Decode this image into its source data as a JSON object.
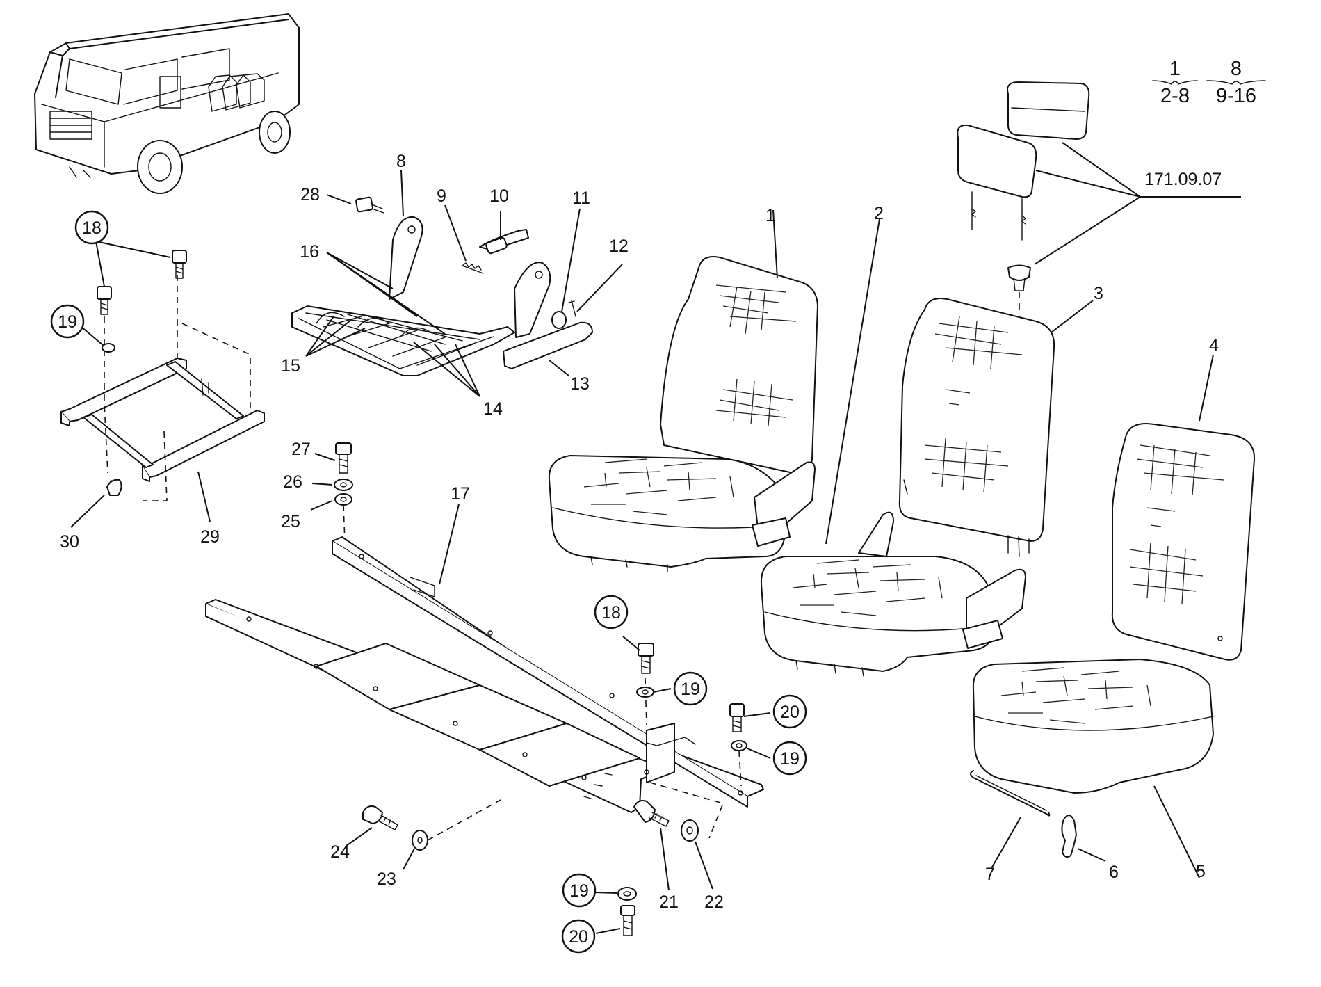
{
  "callouts": {
    "n1": "1",
    "n2": "2",
    "n3": "3",
    "n4": "4",
    "n5": "5",
    "n6": "6",
    "n7": "7",
    "n8": "8",
    "n9": "9",
    "n10": "10",
    "n11": "11",
    "n12": "12",
    "n13": "13",
    "n14": "14",
    "n15": "15",
    "n16": "16",
    "n17": "17",
    "n18a": "18",
    "n18b": "18",
    "n19a": "19",
    "n19b": "19",
    "n19c": "19",
    "n19d": "19",
    "n20a": "20",
    "n20b": "20",
    "n21": "21",
    "n22": "22",
    "n23": "23",
    "n24": "24",
    "n25": "25",
    "n26": "26",
    "n27": "27",
    "n28": "28",
    "n29": "29",
    "n30": "30"
  },
  "reference_code": "171.09.07",
  "quantity_key": {
    "left_top": "1",
    "left_bottom": "2-8",
    "right_top": "8",
    "right_bottom": "9-16"
  }
}
